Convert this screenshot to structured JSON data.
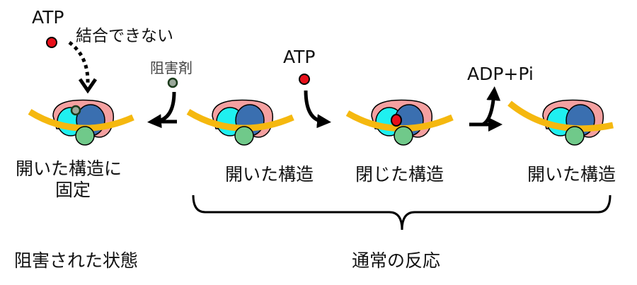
{
  "labels": {
    "atp_top": "ATP",
    "cannot_bind": "結合できない",
    "inhibitor": "阻害剤",
    "atp_mid": "ATP",
    "adp_pi": "ADP+Pi",
    "state1_line1": "開いた構造に",
    "state1_line2": "固定",
    "state2": "開いた構造",
    "state3": "閉じた構造",
    "state4": "開いた構造",
    "inhibited_state": "阻害された状態",
    "normal_reaction": "通常の反応"
  },
  "colors": {
    "pink": "#f4a0a0",
    "cyan": "#1ff0f0",
    "blue": "#3a6fb0",
    "yellow": "#f5b80f",
    "green": "#70c98a",
    "red": "#e8101a",
    "inhibitor": "#9aa89a"
  }
}
